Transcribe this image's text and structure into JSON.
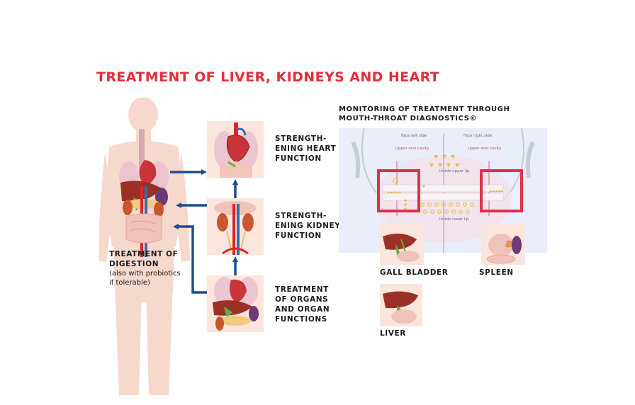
{
  "title": "TREATMENT OF LIVER, KIDNEYS AND HEART",
  "left": {
    "digestion_line1": "TREATMENT OF",
    "digestion_line2": "DIGESTION",
    "digestion_note1": "(also with probiotics",
    "digestion_note2": "if tolerable)"
  },
  "middle": {
    "heart": [
      "STRENGTH-",
      "ENING HEART",
      "FUNCTION"
    ],
    "kidney": [
      "STRENGTH-",
      "ENING KIDNEY",
      "FUNCTION"
    ],
    "organs": [
      "TREATMENT",
      "OF ORGANS",
      "AND ORGAN",
      "FUNCTIONS"
    ]
  },
  "right": {
    "monitor_line1": "MONITORING OF TREATMENT THROUGH",
    "monitor_line2": "MOUTH-THROAT DIAGNOSTICS©",
    "face_left": "Face left side",
    "face_right": "Face right side",
    "upper_oral_left": "Upper oral cavity",
    "upper_oral_right": "Upper oral cavity",
    "inside_upper_lip": "Inside upper lip",
    "inside_lower_lip": "Inside lower lip",
    "gall_bladder": "GALL BLADDER",
    "spleen": "SPLEEN",
    "liver": "LIVER"
  },
  "colors": {
    "title_red": "#e52d3c",
    "arrow_blue": "#1a4f8f",
    "highlight_red": "#e0304a",
    "skin": "#f7d8cc",
    "panel_bg": "#e9eefa"
  }
}
